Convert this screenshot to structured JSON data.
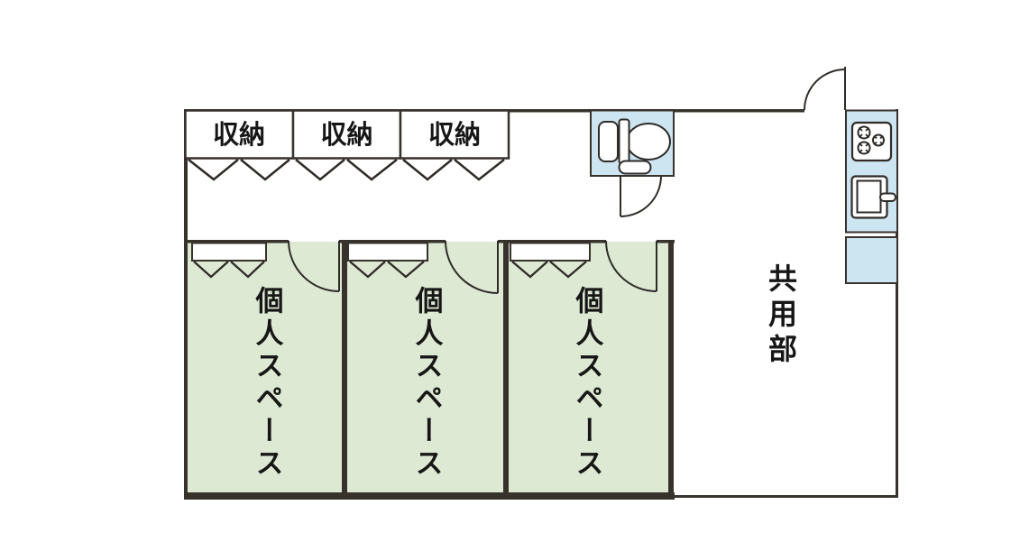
{
  "floorplan": {
    "storage_units": [
      {
        "label": "収納"
      },
      {
        "label": "収納"
      },
      {
        "label": "収納"
      }
    ],
    "private_rooms": [
      {
        "label": "個人スペース"
      },
      {
        "label": "個人スペース"
      },
      {
        "label": "個人スペース"
      }
    ],
    "common_area": {
      "label": "共用部"
    },
    "fixtures": {
      "toilet": "toilet-icon",
      "stove": "gas-stove-icon",
      "sink": "kitchen-sink-icon",
      "entrance_door": "door-swing-arc-icon",
      "toilet_door": "door-swing-arc-icon",
      "room_doors": "door-swing-arc-icon",
      "folding_doors": "folding-door-chevron-icon"
    },
    "colors": {
      "room_fill": "#dde9d3",
      "fixture_fill": "#cde5f1",
      "wall": "#38322d",
      "line": "#2f2b28",
      "text": "#161616",
      "background": "#ffffff"
    }
  }
}
